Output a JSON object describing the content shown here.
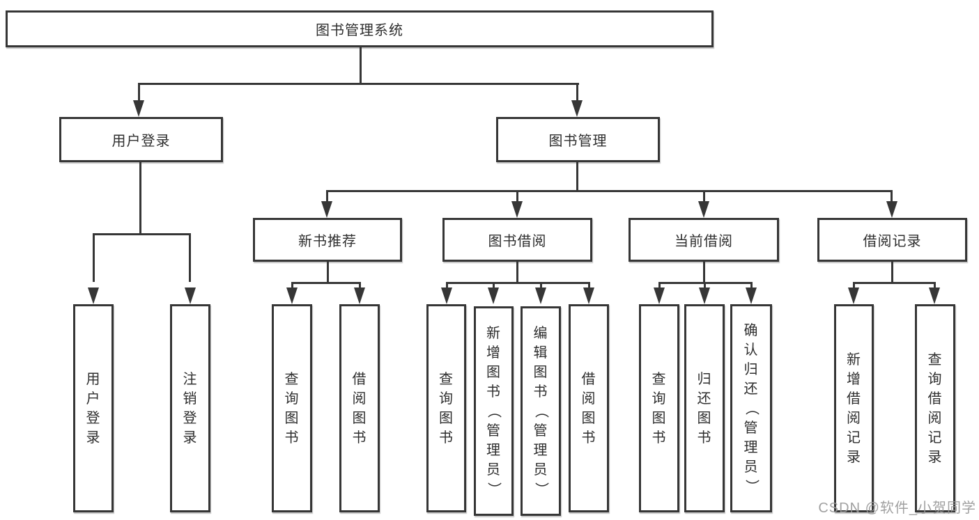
{
  "diagram": {
    "root": {
      "label": "图书管理系统"
    },
    "branches": [
      {
        "label": "用户登录",
        "children": [
          "用户登录",
          "注销登录"
        ]
      },
      {
        "label": "图书管理",
        "groups": [
          {
            "label": "新书推荐",
            "children": [
              "查询图书",
              "借阅图书"
            ]
          },
          {
            "label": "图书借阅",
            "children": [
              "查询图书",
              "新增图书（管理员）",
              "编辑图书（管理员）",
              "借阅图书"
            ]
          },
          {
            "label": "当前借阅",
            "children": [
              "查询图书",
              "归还图书",
              "确认归还（管理员）"
            ]
          },
          {
            "label": "借阅记录",
            "children": [
              "新增借阅记录",
              "查询借阅记录"
            ]
          }
        ]
      }
    ]
  },
  "watermark": "CSDN @软件_小贺同学",
  "colors": {
    "line": "#363636",
    "text": "#2e2e2e",
    "background": "#ffffff",
    "watermark": "#989898"
  }
}
